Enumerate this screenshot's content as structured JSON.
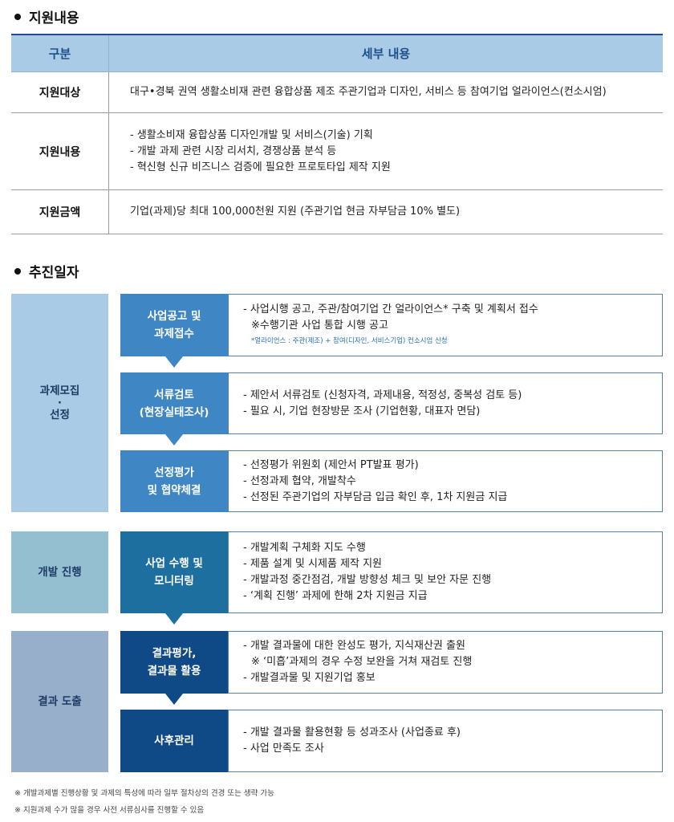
{
  "support": {
    "title": "지원내용",
    "header": {
      "col1": "구분",
      "col2": "세부 내용"
    },
    "rows": [
      {
        "label": "지원대상",
        "lines": [
          "대구•경북 권역 생활소비재 관련 융합상품 제조 주관기업과 디자인, 서비스 등 참여기업 얼라이언스(컨소시엄)"
        ]
      },
      {
        "label": "지원내용",
        "lines": [
          "- 생활소비재 융합상품 디자인개발 및 서비스(기술) 기획",
          "- 개발 과제 관련 시장 리서치, 경쟁상품 분석 등",
          "- 혁신형 신규 비즈니스 검증에 필요한 프로토타입 제작 지원"
        ]
      },
      {
        "label": "지원금액",
        "lines": [
          "기업(과제)당 최대 100,000천원 지원 (주관기업 현금 자부담금 10% 별도)"
        ]
      }
    ]
  },
  "schedule": {
    "title": "추진일자",
    "phases": [
      {
        "label_lines": [
          "과제모집",
          "·",
          "선정"
        ]
      },
      {
        "label_lines": [
          "개발 진행"
        ]
      },
      {
        "label_lines": [
          "결과 도출"
        ]
      }
    ],
    "steps": [
      {
        "label_lines": [
          "사업공고 및",
          "과제접수"
        ],
        "details": [
          "- 사업시행 공고, 주관/참여기업 간 얼라이언스* 구축 및 계획서 접수",
          " ※수행기관 사업 통합 시행 공고"
        ],
        "note": "*얼라이언스 : 주관(제조) + 참여(디자인, 서비스기업) 컨소시엄 신청"
      },
      {
        "label_lines": [
          "서류검토",
          "(현장실태조사)"
        ],
        "details": [
          "- 제안서 서류검토 (신청자격, 과제내용, 적정성, 중복성 검토 등)",
          "- 필요 시, 기업 현장방문 조사 (기업현황, 대표자 면담)"
        ]
      },
      {
        "label_lines": [
          "선정평가",
          "및 협약체결"
        ],
        "details": [
          "- 선정평가 위원회 (제안서 PT발표 평가)",
          "- 선정과제 협약, 개발착수",
          "- 선정된 주관기업의 자부담금 입금 확인 후, 1차 지원금 지급"
        ]
      },
      {
        "label_lines": [
          "사업 수행 및",
          "모니터링"
        ],
        "details": [
          "- 개발계획 구체화 지도 수행",
          "- 제품 설계 및 시제품 제작 지원",
          "- 개발과정 중간점검, 개발 방향성 체크 및 보안 자문 진행",
          "- ‘계획 진행’ 과제에 한해 2차 지원금 지급"
        ]
      },
      {
        "label_lines": [
          "결과평가,",
          "결과물 활용"
        ],
        "details": [
          "- 개발 결과물에 대한 완성도 평가, 지식재산권 출원",
          " ※ ‘미흡’과제의 경우 수정  보완을 거쳐 재검토 진행",
          "- 개발결과물 및 지원기업 홍보"
        ]
      },
      {
        "label_lines": [
          "사후관리"
        ],
        "details": [
          "- 개발 결과물 활용현황 등 성과조사 (사업종료 후)",
          "- 사업 만족도 조사"
        ]
      }
    ]
  },
  "footnotes": [
    "※ 개발과제별 진행상황 및 과제의 특성에 따라 일부 절차상의 견경 또는 생략 가능",
    "※ 지원과제 수가 많을 경우 사전 서류심사를 진행할 수 있음"
  ],
  "colors": {
    "phase1": "#a9cbe6",
    "phase2": "#94bfd1",
    "phase3": "#98afcc",
    "step_light": "#3f86c4",
    "step_mid": "#1d6f9f",
    "step_dark": "#104a86"
  }
}
